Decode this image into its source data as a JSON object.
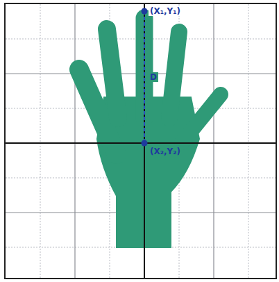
{
  "diagram": {
    "labels": [
      "(X₁,Y₁)",
      "D",
      "(X₂,Y₂)"
    ]
  }
}
